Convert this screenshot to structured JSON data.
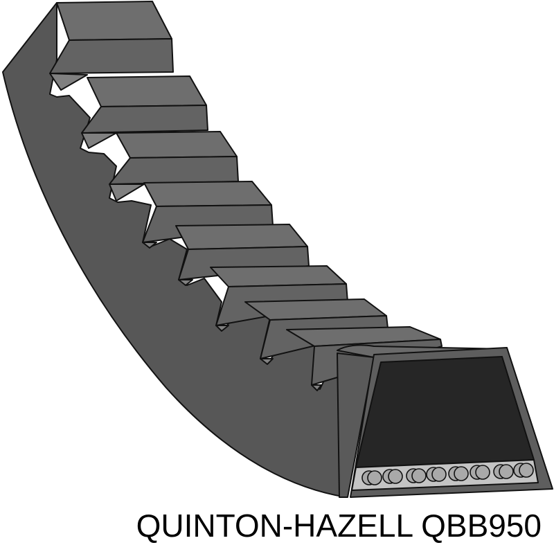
{
  "product": {
    "brand": "QUINTON-HAZELL",
    "part_number": "QBB950",
    "caption": "QUINTON-HAZELL QBB950",
    "depicts": "toothed V-belt (cogged belt) cross-section illustration"
  },
  "illustration": {
    "teeth_count": 8,
    "cord_count": 8,
    "colors": {
      "belt_side": "#575757",
      "tooth_top": "#6e6e6e",
      "tooth_face": "#636363",
      "groove_floor": "#808080",
      "section_frame": "#5e5e5e",
      "section_core": "#262626",
      "cord_band": "#c4c4c4",
      "cord": "#a9a9a9",
      "outline": "#111111",
      "background": "#ffffff"
    }
  }
}
